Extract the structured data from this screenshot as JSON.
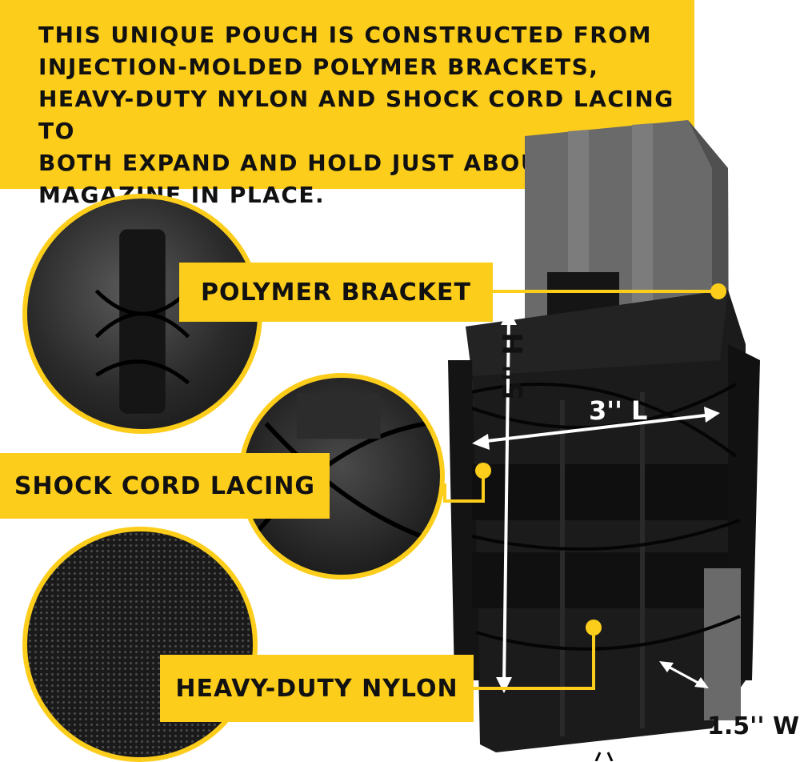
{
  "banner": {
    "text": "THIS UNIQUE POUCH IS CONSTRUCTED FROM\nINJECTION-MOLDED POLYMER BRACKETS,\nHEAVY-DUTY NYLON AND SHOCK CORD LACING TO\nBOTH EXPAND AND HOLD JUST ABOUT ANY\nMAGAZINE IN PLACE."
  },
  "callouts": {
    "polymer": "POLYMER BRACKET",
    "shock": "SHOCK CORD LACING",
    "nylon": "HEAVY-DUTY NYLON"
  },
  "dimensions": {
    "height": "5'' H",
    "length": "3'' L",
    "width": "1.5'' W"
  },
  "colors": {
    "accent": "#fccd1b",
    "text": "#111111"
  }
}
